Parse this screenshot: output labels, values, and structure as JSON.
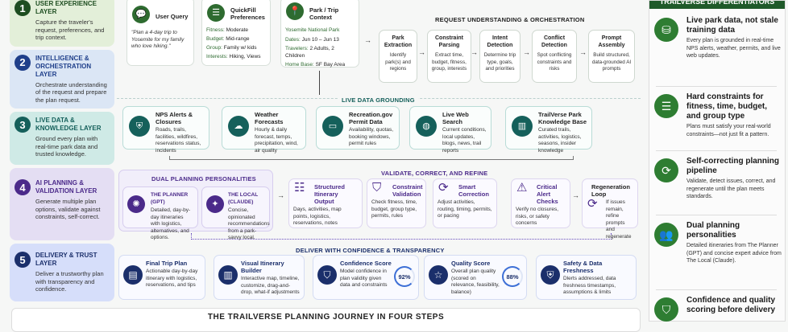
{
  "layers": [
    {
      "num": "1",
      "title": "USER EXPERIENCE LAYER",
      "desc": "Capture the traveler's request, preferences, and trip context."
    },
    {
      "num": "2",
      "title": "INTELLIGENCE & ORCHESTRATION LAYER",
      "desc": "Orchestrate understanding of the request and prepare the plan request."
    },
    {
      "num": "3",
      "title": "LIVE DATA & KNOWLEDGE LAYER",
      "desc": "Ground every plan with real-time park data and trusted knowledge."
    },
    {
      "num": "4",
      "title": "AI PLANNING & VALIDATION LAYER",
      "desc": "Generate multiple plan options, validate against constraints, self-correct."
    },
    {
      "num": "5",
      "title": "DELIVERY & TRUST LAYER",
      "desc": "Deliver a trustworthy plan with transparency and confidence."
    }
  ],
  "input": {
    "query": {
      "title": "User Query",
      "text": "\"Plan a 4-day trip to Yosemite for my family who love hiking.\""
    },
    "prefs": {
      "title": "QuickFill Preferences",
      "rows": [
        {
          "k": "Fitness:",
          "v": "Moderate"
        },
        {
          "k": "Budget:",
          "v": "Mid-range"
        },
        {
          "k": "Group:",
          "v": "Family w/ kids"
        },
        {
          "k": "Interests:",
          "v": "Hiking, Views"
        }
      ]
    },
    "context": {
      "title": "Park / Trip Context",
      "park": "Yosemite National Park",
      "rows": [
        {
          "k": "Dates:",
          "v": "Jun 10 – Jun 13"
        },
        {
          "k": "Travelers:",
          "v": "2 Adults, 2 Children"
        },
        {
          "k": "Home Base:",
          "v": "SF Bay Area"
        }
      ]
    }
  },
  "orchestration": {
    "label": "REQUEST UNDERSTANDING & ORCHESTRATION",
    "steps": [
      {
        "title": "Park Extraction",
        "desc": "Identify park(s) and regions"
      },
      {
        "title": "Constraint Parsing",
        "desc": "Extract time, budget, fitness, group, interests"
      },
      {
        "title": "Intent Detection",
        "desc": "Determine trip type, goals, and priorities"
      },
      {
        "title": "Conflict Detection",
        "desc": "Spot conflicting constraints and risks"
      },
      {
        "title": "Prompt Assembly",
        "desc": "Build structured, data-grounded AI prompts"
      }
    ]
  },
  "grounding": {
    "label": "LIVE DATA GROUNDING",
    "sources": [
      {
        "title": "NPS Alerts & Closures",
        "desc": "Roads, trails, facilities, wildfires, reservations status, incidents",
        "icon": "shield-icon"
      },
      {
        "title": "Weather Forecasts",
        "desc": "Hourly & daily forecast, temps, precipitation, wind, air quality",
        "icon": "weather-icon"
      },
      {
        "title": "Recreation.gov Permit Data",
        "desc": "Availability, quotas, booking windows, permit rules",
        "icon": "ticket-icon"
      },
      {
        "title": "Live Web Search",
        "desc": "Current conditions, local updates, blogs, news, trail reports",
        "icon": "globe-icon"
      },
      {
        "title": "TrailVerse Park Knowledge Base",
        "desc": "Curated trails, activities, logistics, seasons, insider knowledge",
        "icon": "book-icon"
      }
    ]
  },
  "planning": {
    "dual_label": "DUAL PLANNING PERSONALITIES",
    "planner": {
      "title": "THE PLANNER (GPT)",
      "desc": "Detailed, day-by-day itineraries with logistics, alternatives, and options."
    },
    "local": {
      "title": "THE LOCAL (CLAUDE)",
      "desc": "Concise, opinionated recommendations from a park-savvy local."
    },
    "validate_label": "VALIDATE, CORRECT, AND REFINE",
    "steps": [
      {
        "title": "Structured Itinerary Output",
        "desc": "Days, activities, map points, logistics, reservations, notes"
      },
      {
        "title": "Constraint Validation",
        "desc": "Check fitness, time, budget, group type, permits, rules"
      },
      {
        "title": "Smart Correction",
        "desc": "Adjust activities, routing, timing, permits, or pacing"
      },
      {
        "title": "Critical Alert Checks",
        "desc": "Verify no closures, risks, or safety concerns"
      },
      {
        "title": "Regeneration Loop",
        "desc": "If issues remain, refine prompts and regenerate"
      }
    ]
  },
  "delivery": {
    "label": "DELIVER WITH CONFIDENCE & TRANSPARENCY",
    "cards": [
      {
        "title": "Final Trip Plan",
        "desc": "Actionable day-by-day itinerary with logistics, reservations, and tips"
      },
      {
        "title": "Visual Itinerary Builder",
        "desc": "Interactive map, timeline, customize, drag-and-drop, what-if adjustments"
      },
      {
        "title": "Confidence Score",
        "desc": "Model confidence in plan validity given data and constraints",
        "score": "92%",
        "value": 92
      },
      {
        "title": "Quality Score",
        "desc": "Overall plan quality (scored on relevance, feasibility, balance)",
        "score": "88%",
        "value": 88
      },
      {
        "title": "Safety & Data Freshness",
        "desc": "Dlerts addressed, data freshness timestamps, assumptions & limits"
      }
    ]
  },
  "journey_title": "THE TRAILVERSE PLANNING JOURNEY IN FOUR STEPS",
  "differentiators": {
    "header": "TRAILVERSE DIFFERENTIATORS",
    "items": [
      {
        "title": "Live park data, not stale training data",
        "desc": "Every plan is grounded in real-time NPS alerts, weather, permits, and live web updates.",
        "icon": "database-icon"
      },
      {
        "title": "Hard constraints for fitness, time, budget, and group type",
        "desc": "Plans must satisfy your real-world constraints—not just fit a pattern.",
        "icon": "sliders-icon"
      },
      {
        "title": "Self-correcting planning pipeline",
        "desc": "Validate, detect issues, correct, and regenerate until the plan meets standards.",
        "icon": "refresh-icon"
      },
      {
        "title": "Dual planning personalities",
        "desc": "Detailed itineraries from The Planner (GPT) and concise expert advice from The Local (Claude).",
        "icon": "users-icon"
      },
      {
        "title": "Confidence and quality scoring before delivery",
        "desc": "",
        "icon": "shield-check-icon"
      }
    ]
  },
  "colors": {
    "green": "#2e6b30",
    "blue": "#1f3f8a",
    "teal": "#1a6f6a",
    "purple": "#4b2a8a",
    "navy": "#1b2f6b"
  }
}
